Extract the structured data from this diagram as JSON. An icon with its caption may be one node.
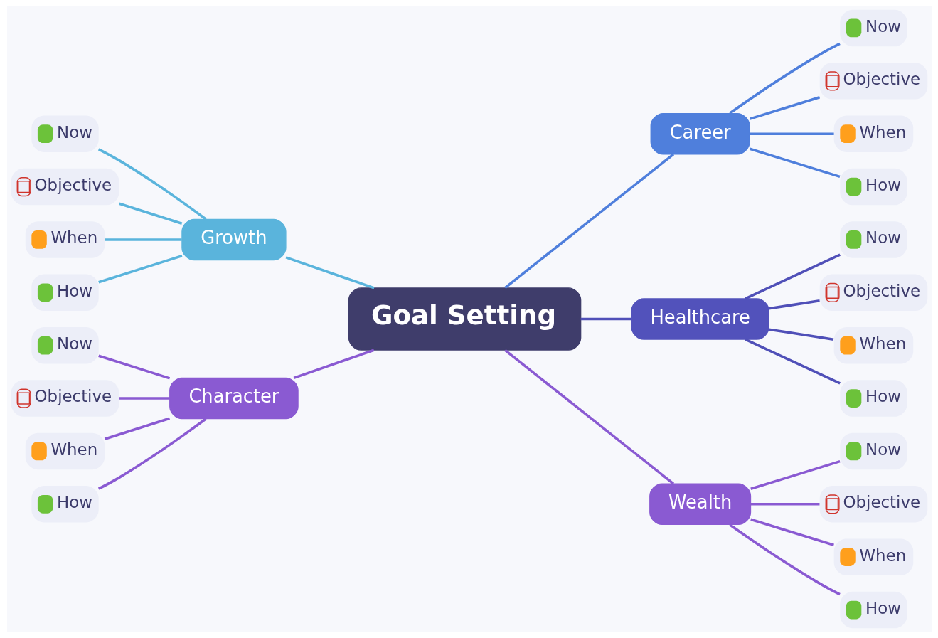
{
  "diagram": {
    "nodes": [
      {
        "text": [
          "Goal Setting"
        ]
      },
      {
        "text": [
          "Growth"
        ]
      },
      {
        "text": [
          "Now"
        ]
      },
      {
        "text": [
          "Objective"
        ]
      },
      {
        "text": [
          "When"
        ]
      },
      {
        "text": [
          "How"
        ]
      },
      {
        "text": [
          "Character"
        ]
      },
      {
        "text": [
          "Now"
        ]
      },
      {
        "text": [
          "Objective"
        ]
      },
      {
        "text": [
          "When"
        ]
      },
      {
        "text": [
          "How"
        ]
      },
      {
        "text": [
          "Career"
        ]
      },
      {
        "text": [
          "Now"
        ]
      },
      {
        "text": [
          "Objective"
        ]
      },
      {
        "text": [
          "When"
        ]
      },
      {
        "text": [
          "How"
        ]
      },
      {
        "text": [
          "Healthcare"
        ]
      },
      {
        "text": [
          "Now"
        ]
      },
      {
        "text": [
          "Objective"
        ]
      },
      {
        "text": [
          "When"
        ]
      },
      {
        "text": [
          "How"
        ]
      },
      {
        "text": [
          "Wealth"
        ]
      },
      {
        "text": [
          "Now"
        ]
      },
      {
        "text": [
          "Objective"
        ]
      },
      {
        "text": [
          "When"
        ]
      },
      {
        "text": [
          "How"
        ]
      }
    ],
    "edges": [
      {
        "from": 0,
        "to": 1,
        "arrow": "none",
        "color": "#5ab4dc"
      },
      {
        "from": 1,
        "to": 2,
        "arrow": "none",
        "color": "#5ab4dc"
      },
      {
        "from": 1,
        "to": 3,
        "arrow": "none",
        "color": "#5ab4dc"
      },
      {
        "from": 1,
        "to": 4,
        "arrow": "none",
        "color": "#5ab4dc"
      },
      {
        "from": 1,
        "to": 5,
        "arrow": "none",
        "color": "#5ab4dc"
      },
      {
        "from": 0,
        "to": 6,
        "arrow": "none",
        "color": "#8a5ad2"
      },
      {
        "from": 6,
        "to": 7,
        "arrow": "none",
        "color": "#8a5ad2"
      },
      {
        "from": 6,
        "to": 8,
        "arrow": "none",
        "color": "#8a5ad2"
      },
      {
        "from": 6,
        "to": 9,
        "arrow": "none",
        "color": "#8a5ad2"
      },
      {
        "from": 6,
        "to": 10,
        "arrow": "none",
        "color": "#8a5ad2"
      },
      {
        "from": 0,
        "to": 11,
        "arrow": "none",
        "color": "#4f7fdc"
      },
      {
        "from": 11,
        "to": 12,
        "arrow": "none",
        "color": "#4f7fdc"
      },
      {
        "from": 11,
        "to": 13,
        "arrow": "none",
        "color": "#4f7fdc"
      },
      {
        "from": 11,
        "to": 14,
        "arrow": "none",
        "color": "#4f7fdc"
      },
      {
        "from": 11,
        "to": 15,
        "arrow": "none",
        "color": "#4f7fdc"
      },
      {
        "from": 0,
        "to": 16,
        "arrow": "none",
        "color": "#5050b8"
      },
      {
        "from": 16,
        "to": 17,
        "arrow": "none",
        "color": "#5050b8"
      },
      {
        "from": 16,
        "to": 18,
        "arrow": "none",
        "color": "#5050b8"
      },
      {
        "from": 16,
        "to": 19,
        "arrow": "none",
        "color": "#5050b8"
      },
      {
        "from": 16,
        "to": 20,
        "arrow": "none",
        "color": "#5050b8"
      },
      {
        "from": 0,
        "to": 21,
        "arrow": "none",
        "color": "#8a5ad2"
      },
      {
        "from": 21,
        "to": 22,
        "arrow": "none",
        "color": "#8a5ad2"
      },
      {
        "from": 21,
        "to": 23,
        "arrow": "none",
        "color": "#8a5ad2"
      },
      {
        "from": 21,
        "to": 24,
        "arrow": "none",
        "color": "#8a5ad2"
      },
      {
        "from": 21,
        "to": 25,
        "arrow": "none",
        "color": "#8a5ad2"
      }
    ]
  }
}
